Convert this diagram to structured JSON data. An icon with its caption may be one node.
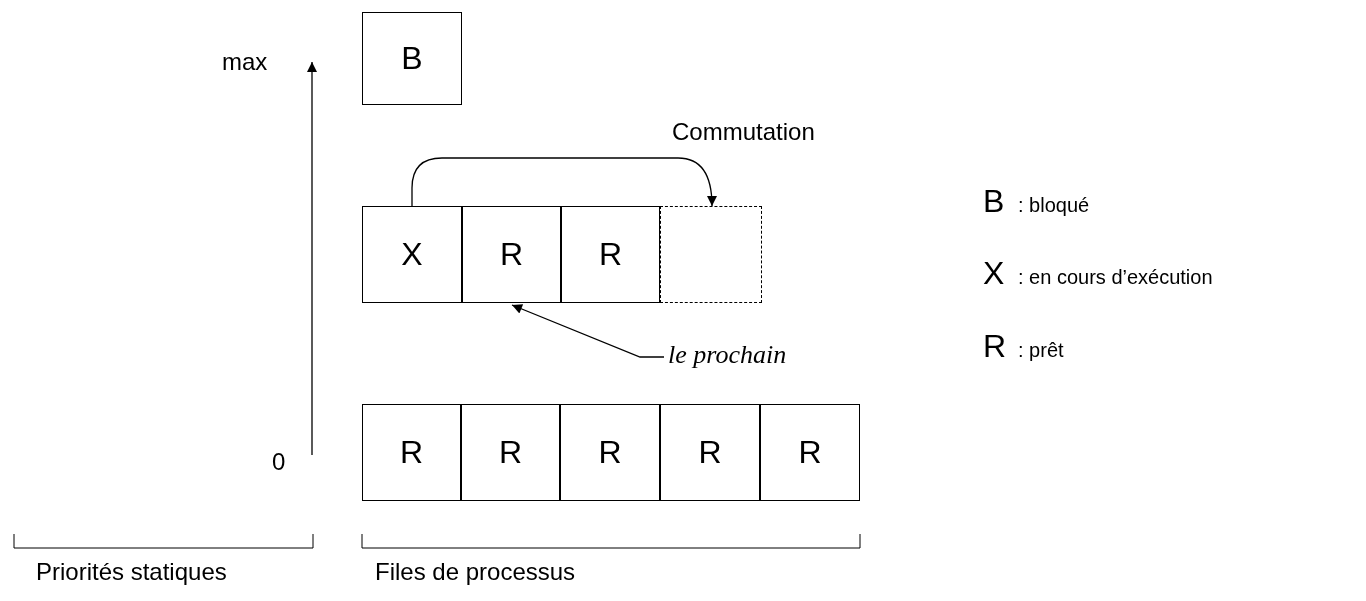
{
  "diagram": {
    "nodes": [
      {
        "text": [
          "B"
        ]
      },
      {
        "text": [
          "X"
        ]
      },
      {
        "text": [
          "R"
        ]
      },
      {
        "text": [
          "R"
        ]
      },
      {
        "text": [],
        "shape": "box"
      },
      {
        "text": [
          "R"
        ]
      },
      {
        "text": [
          "R"
        ]
      },
      {
        "text": [
          "R"
        ]
      },
      {
        "text": [
          "R"
        ]
      },
      {
        "text": [
          "R"
        ]
      },
      {
        "text": [
          "le prochain"
        ]
      }
    ],
    "edges": [
      {
        "from": 1,
        "to": 4,
        "arrow": "to",
        "label": "Commutation"
      },
      {
        "from": 10,
        "to": 2,
        "arrow": "to"
      }
    ],
    "labels": [
      "max",
      "B",
      ": bloqué",
      "X",
      ": en cours d’exécution",
      "R",
      ": prêt",
      "0",
      "Priorités statiques",
      "Files de processus"
    ]
  }
}
